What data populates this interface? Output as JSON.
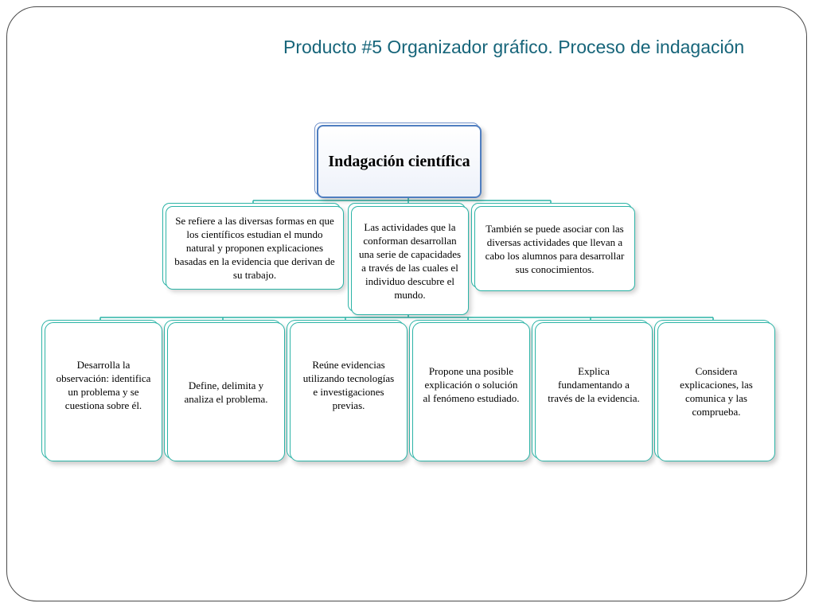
{
  "slide": {
    "title": "Producto #5 Organizador gráfico. Proceso de indagación"
  },
  "diagram": {
    "root": "Indagación científica",
    "middle": [
      "Se refiere a las diversas formas en que los científicos estudian el mundo natural y proponen explicaciones basadas en la evidencia que derivan de su trabajo.",
      "Las actividades que la conforman desarrollan una serie de capacidades a través de las cuales el individuo descubre el mundo.",
      "También se puede asociar con las diversas actividades que llevan a cabo los alumnos para desarrollar sus conocimientos."
    ],
    "leaves": [
      "Desarrolla la observación: identifica un problema y se cuestiona sobre él.",
      "Define, delimita y analiza el problema.",
      "Reúne evidencias utilizando tecnologías e investigaciones previas.",
      "Propone una posible explicación o solución al fenómeno estudiado.",
      "Explica fundamentando a través de la evidencia.",
      "Considera explicaciones, las comunica y las comprueba."
    ],
    "colors": {
      "title": "#17657a",
      "rootBorder": "#4f7ec0",
      "nodeBorder": "#2bb3a6"
    }
  }
}
